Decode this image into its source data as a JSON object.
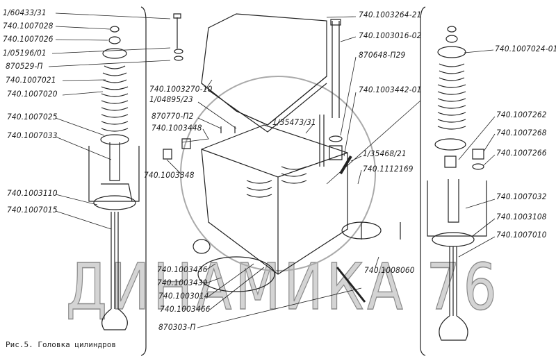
{
  "caption": "Рис.5. Головка цилиндров",
  "watermark": "ДИНАМИКА 76",
  "labels": [
    "1/60433/31",
    "740.1007028",
    "740.1007026",
    "1/05196/01",
    "870529-П",
    "740.1007021",
    "740.1007020",
    "740.1007025",
    "740.1007033",
    "740.1003110",
    "740.1007015",
    "740.1003270-10",
    "1/04895/23",
    "870770-П2",
    "740.1003448",
    "740.1003348",
    "1/35473/31",
    "740.1003436",
    "740.1003439",
    "740.1003014",
    "740.1003466",
    "870303-П",
    "740.1008060",
    "740.1003264-21",
    "740.1003016-02",
    "870648-П29",
    "740.1003442-01",
    "1/35468/21",
    "740.1112169",
    "740.1007024-01",
    "740.1007262",
    "740.1007268",
    "740.1007266",
    "740.1007032",
    "740.1003108",
    "740.1007010"
  ]
}
